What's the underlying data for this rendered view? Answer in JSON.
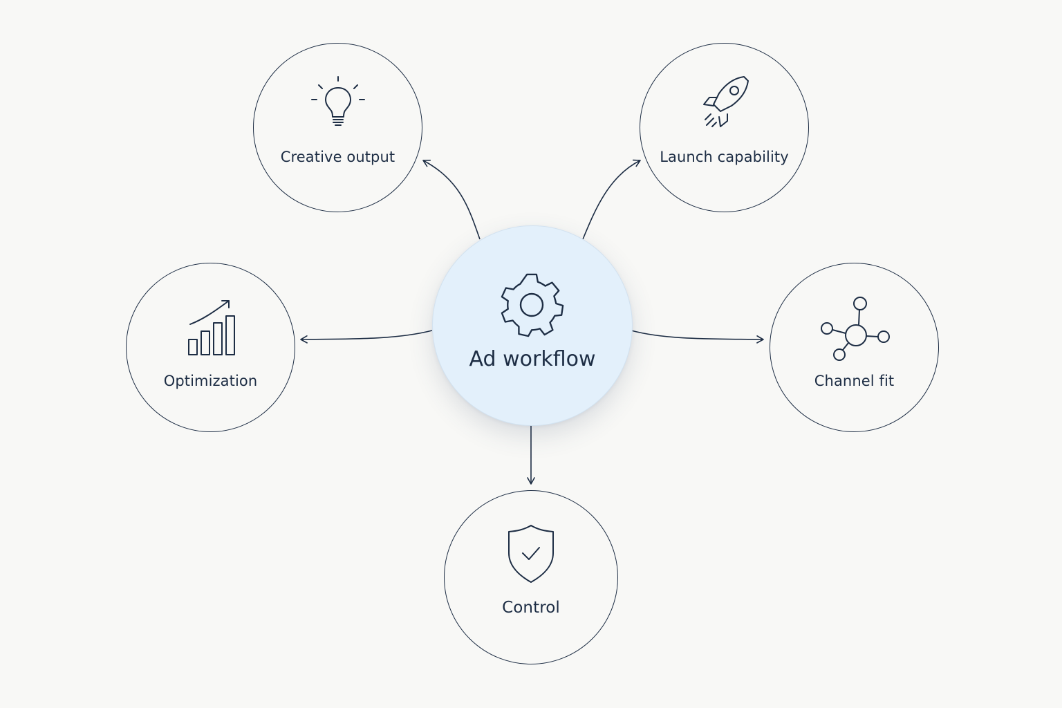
{
  "hub": {
    "label": "Ad workflow",
    "icon": "gear-icon"
  },
  "nodes": [
    {
      "id": "creative-output",
      "label": "Creative output",
      "icon": "lightbulb-icon"
    },
    {
      "id": "launch-capability",
      "label": "Launch capability",
      "icon": "rocket-icon"
    },
    {
      "id": "optimization",
      "label": "Optimization",
      "icon": "bar-chart-trend-icon"
    },
    {
      "id": "channel-fit",
      "label": "Channel fit",
      "icon": "network-hub-icon"
    },
    {
      "id": "control",
      "label": "Control",
      "icon": "shield-check-icon"
    }
  ],
  "colors": {
    "background": "#f8f8f6",
    "stroke": "#1d2d44",
    "hub_fill": "#e3f0fb"
  }
}
